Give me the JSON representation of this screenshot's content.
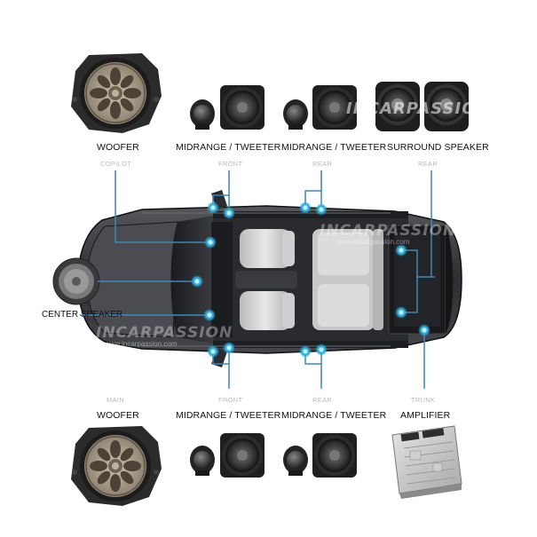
{
  "labels": {
    "woofer_top": "WOOFER",
    "mid_front_top": "MIDRANGE / TWEETER",
    "mid_rear_top": "MIDRANGE / TWEETER",
    "surround": "SURROUND SPEAKER",
    "woofer_bottom": "WOOFER",
    "mid_front_bottom": "MIDRANGE / TWEETER",
    "mid_rear_bottom": "MIDRANGE / TWEETER",
    "amplifier": "AMPLIFIER",
    "center": "CENTER SPEAKER"
  },
  "sublabels": {
    "copilot": "COPILOT",
    "front_top": "FRONT",
    "rear_top": "REAR",
    "rear_surround": "REAR",
    "main": "MAIN",
    "front_bottom": "FRONT",
    "rear_bottom": "REAR",
    "trunk": "TRUNK"
  },
  "watermarks": {
    "brand": "INCARPASSION",
    "url": "www.incarpassion.com"
  },
  "colors": {
    "accent": "#2aa9d8",
    "line": "#3d87b8",
    "car_body": "#3a3b3f",
    "car_dark": "#1c1d20",
    "seat": "#d9d9d9"
  }
}
